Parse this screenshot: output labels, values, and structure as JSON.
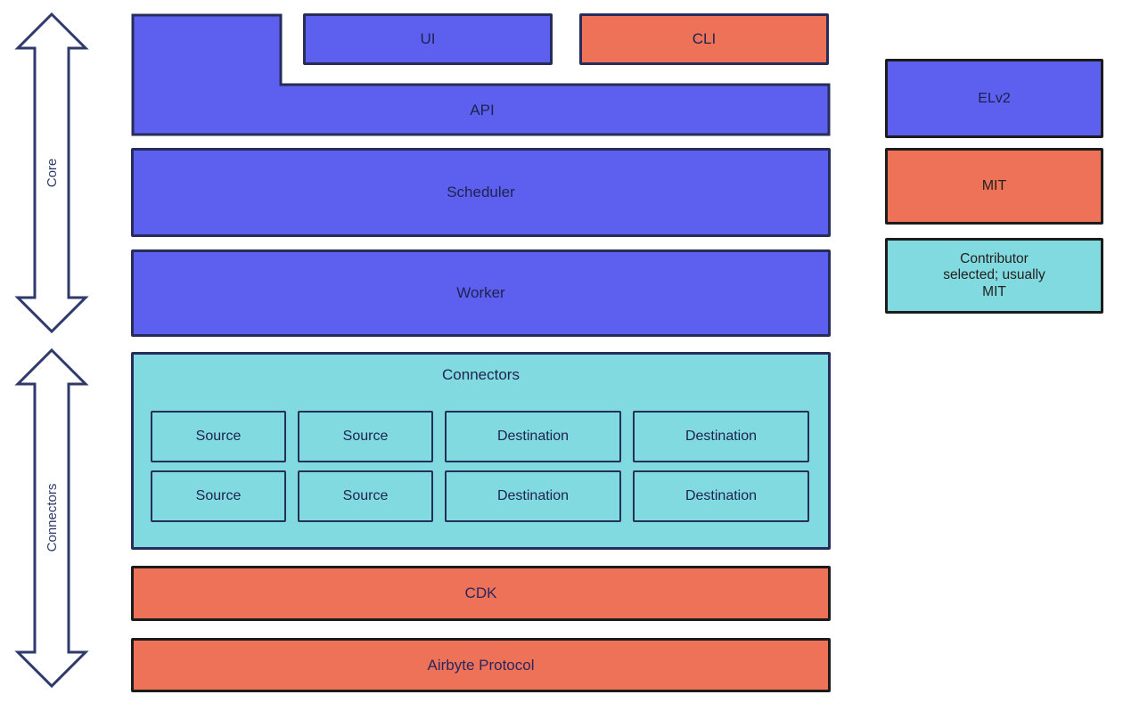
{
  "arrows": {
    "core": {
      "label": "Core"
    },
    "connectors": {
      "label": "Connectors"
    }
  },
  "stack": {
    "ui_label": "UI",
    "cli_label": "CLI",
    "api_label": "API",
    "scheduler_label": "Scheduler",
    "worker_label": "Worker",
    "connectors_title": "Connectors",
    "connector_boxes": {
      "row1": [
        "Source",
        "Source",
        "Destination",
        "Destination"
      ],
      "row2": [
        "Source",
        "Source",
        "Destination",
        "Destination"
      ]
    },
    "cdk_label": "CDK",
    "protocol_label": "Airbyte Protocol"
  },
  "legend": {
    "items": [
      {
        "label": "ELv2",
        "color": "#5D5FEF"
      },
      {
        "label": "MIT",
        "color": "#EE7258"
      },
      {
        "label": "Contributor selected; usually MIT",
        "color": "#82DAE1"
      }
    ]
  },
  "colors": {
    "blue": "#5D5FEF",
    "coral": "#EE7258",
    "teal": "#82DAE1",
    "outline_navy": "#272D5A",
    "outline_black": "#1D1C1C",
    "text_navy": "#1D234F",
    "arrow_outline": "#2E3A6B",
    "arrow_fill": "#FFFFFF",
    "background": "#FFFFFF"
  }
}
